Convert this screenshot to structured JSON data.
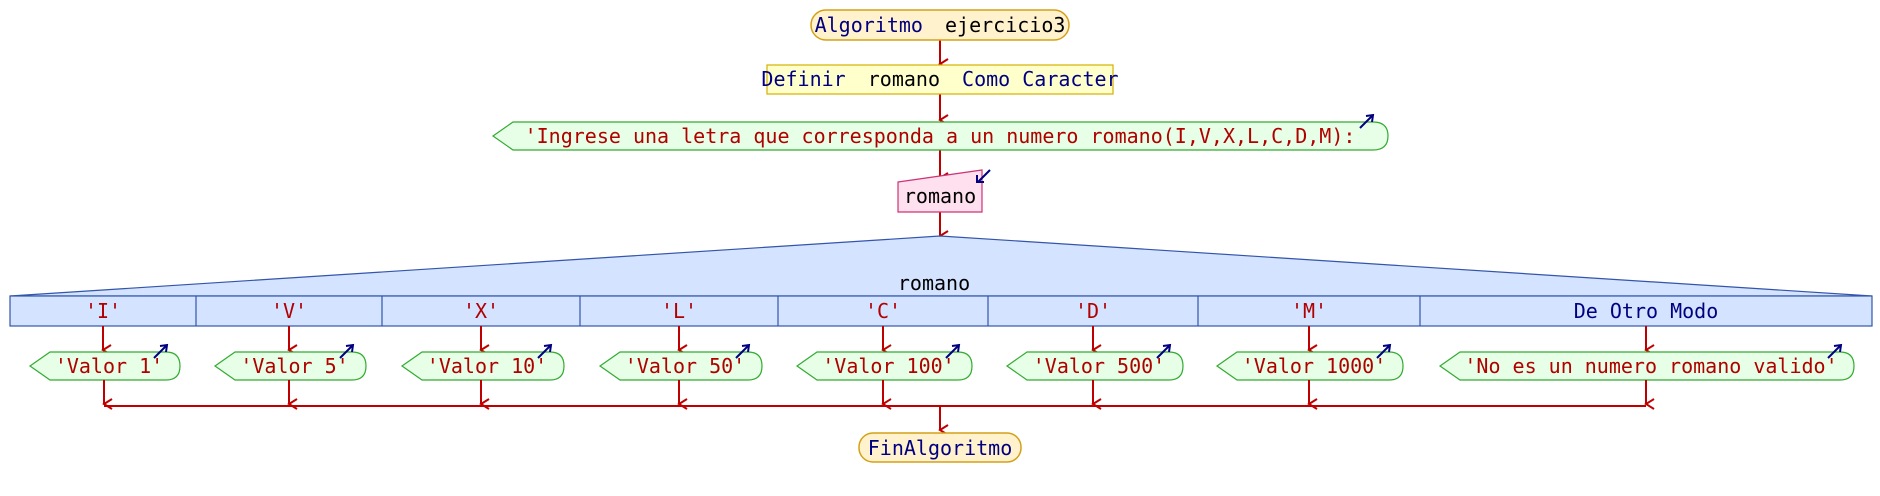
{
  "start": {
    "keyword": "Algoritmo",
    "name": "ejercicio3"
  },
  "define": {
    "kw1": "Definir",
    "var": "romano",
    "kw2": "Como Caracter"
  },
  "prompt": {
    "text": "'Ingrese una letra que corresponda a un numero romano(I,V,X,L,C,D,M):"
  },
  "read": {
    "var": "romano"
  },
  "switch": {
    "variable": "romano",
    "cases": [
      {
        "label": "'I'",
        "output": "'Valor 1'"
      },
      {
        "label": "'V'",
        "output": "'Valor 5'"
      },
      {
        "label": "'X'",
        "output": "'Valor 10'"
      },
      {
        "label": "'L'",
        "output": "'Valor 50'"
      },
      {
        "label": "'C'",
        "output": "'Valor 100'"
      },
      {
        "label": "'D'",
        "output": "'Valor 500'"
      },
      {
        "label": "'M'",
        "output": "'Valor 1000'"
      }
    ],
    "default": {
      "label": "De Otro Modo",
      "output": "'No es un numero romano valido'"
    }
  },
  "end": {
    "keyword": "FinAlgoritmo"
  },
  "colors": {
    "flow": "#c00000",
    "terminal_fill": "#fff2cc",
    "terminal_stroke": "#d4a017",
    "define_fill": "#ffffcc",
    "output_fill": "#e6ffe6",
    "output_stroke": "#33aa33",
    "input_fill": "#ffe0ee",
    "input_stroke": "#cc3377",
    "switch_fill": "#d4e3ff",
    "switch_stroke": "#3355aa"
  }
}
